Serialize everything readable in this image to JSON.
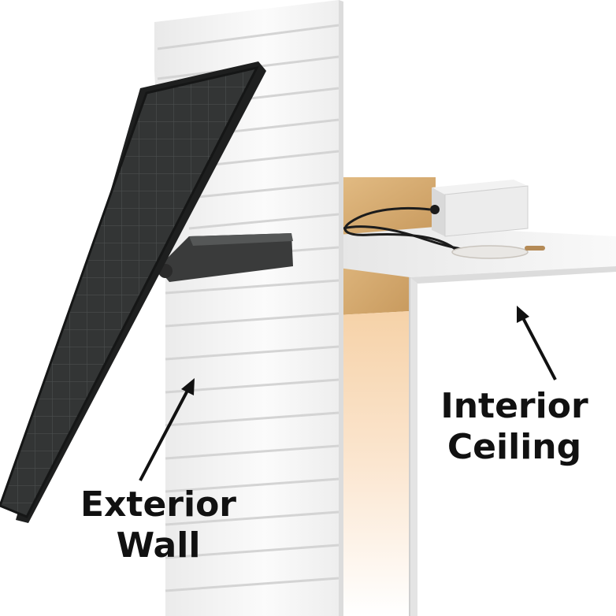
{
  "labels": {
    "exterior": {
      "line1": "Exterior",
      "line2": "Wall"
    },
    "interior": {
      "line1": "Interior",
      "line2": "Ceiling"
    }
  },
  "colors": {
    "wall": "#f4f4f4",
    "panel": "#2f3030",
    "panel_frame": "#1e1f1f",
    "ceiling_cut": "#d9b27a",
    "arrow": "#111111"
  },
  "icons": {
    "panel": "solar-panel-icon",
    "battery": "battery-box-icon"
  }
}
